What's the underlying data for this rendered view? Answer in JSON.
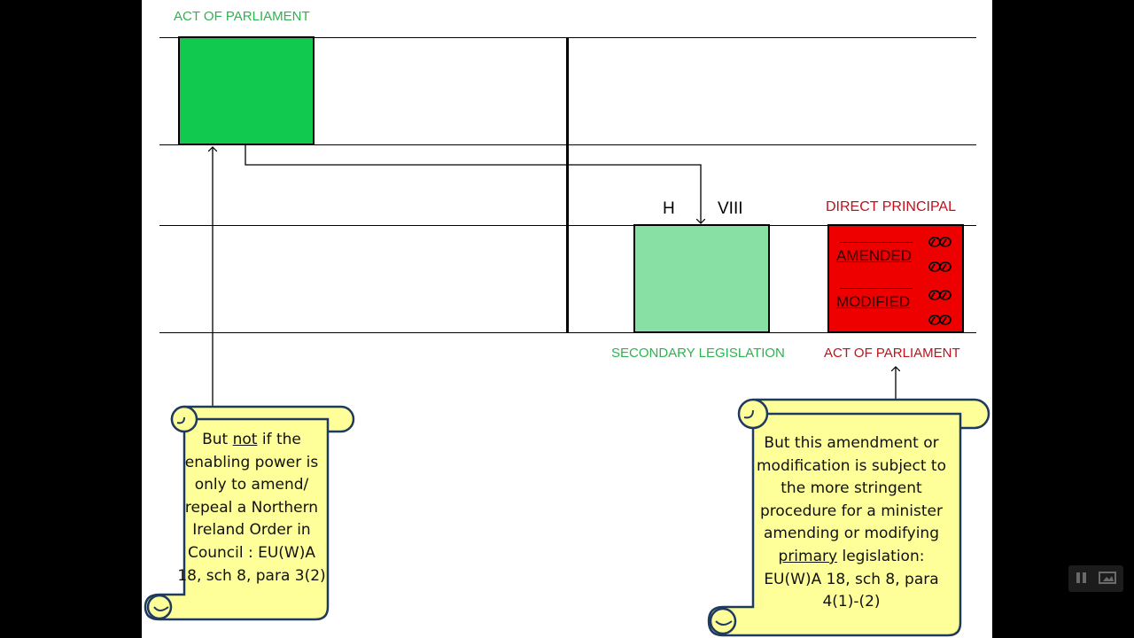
{
  "labels": {
    "act_top": "ACT OF PARLIAMENT",
    "h": "H",
    "viii": "VIII",
    "direct_principal": "DIRECT PRINCIPAL",
    "secondary": "SECONDARY LEGISLATION",
    "act_red": "ACT OF PARLIAMENT"
  },
  "red_box": {
    "word1": "AMENDED",
    "word2": "MODIFIED"
  },
  "scroll_left": {
    "pre": "But ",
    "underlined": "not",
    "post": " if the enabling power is only to amend/ repeal a Northern Ireland Order in Council : EU(W)A 18, sch 8, para 3(2)"
  },
  "scroll_right": {
    "pre": "But this amendment or modification is subject to the more stringent procedure for a minister amending or modifying ",
    "underlined": "primary",
    "post": " legislation: EU(W)A 18, sch 8, para 4(1)-(2)"
  },
  "colors": {
    "green_box": "#12c950",
    "light_green_box": "#88e0a4",
    "red_box": "#ee0000",
    "scroll_fill": "#ffff99",
    "scroll_border": "#1f3a60"
  },
  "icons": {
    "glasses": "glasses-icon",
    "pause": "pause-icon",
    "screen": "screen-icon"
  }
}
